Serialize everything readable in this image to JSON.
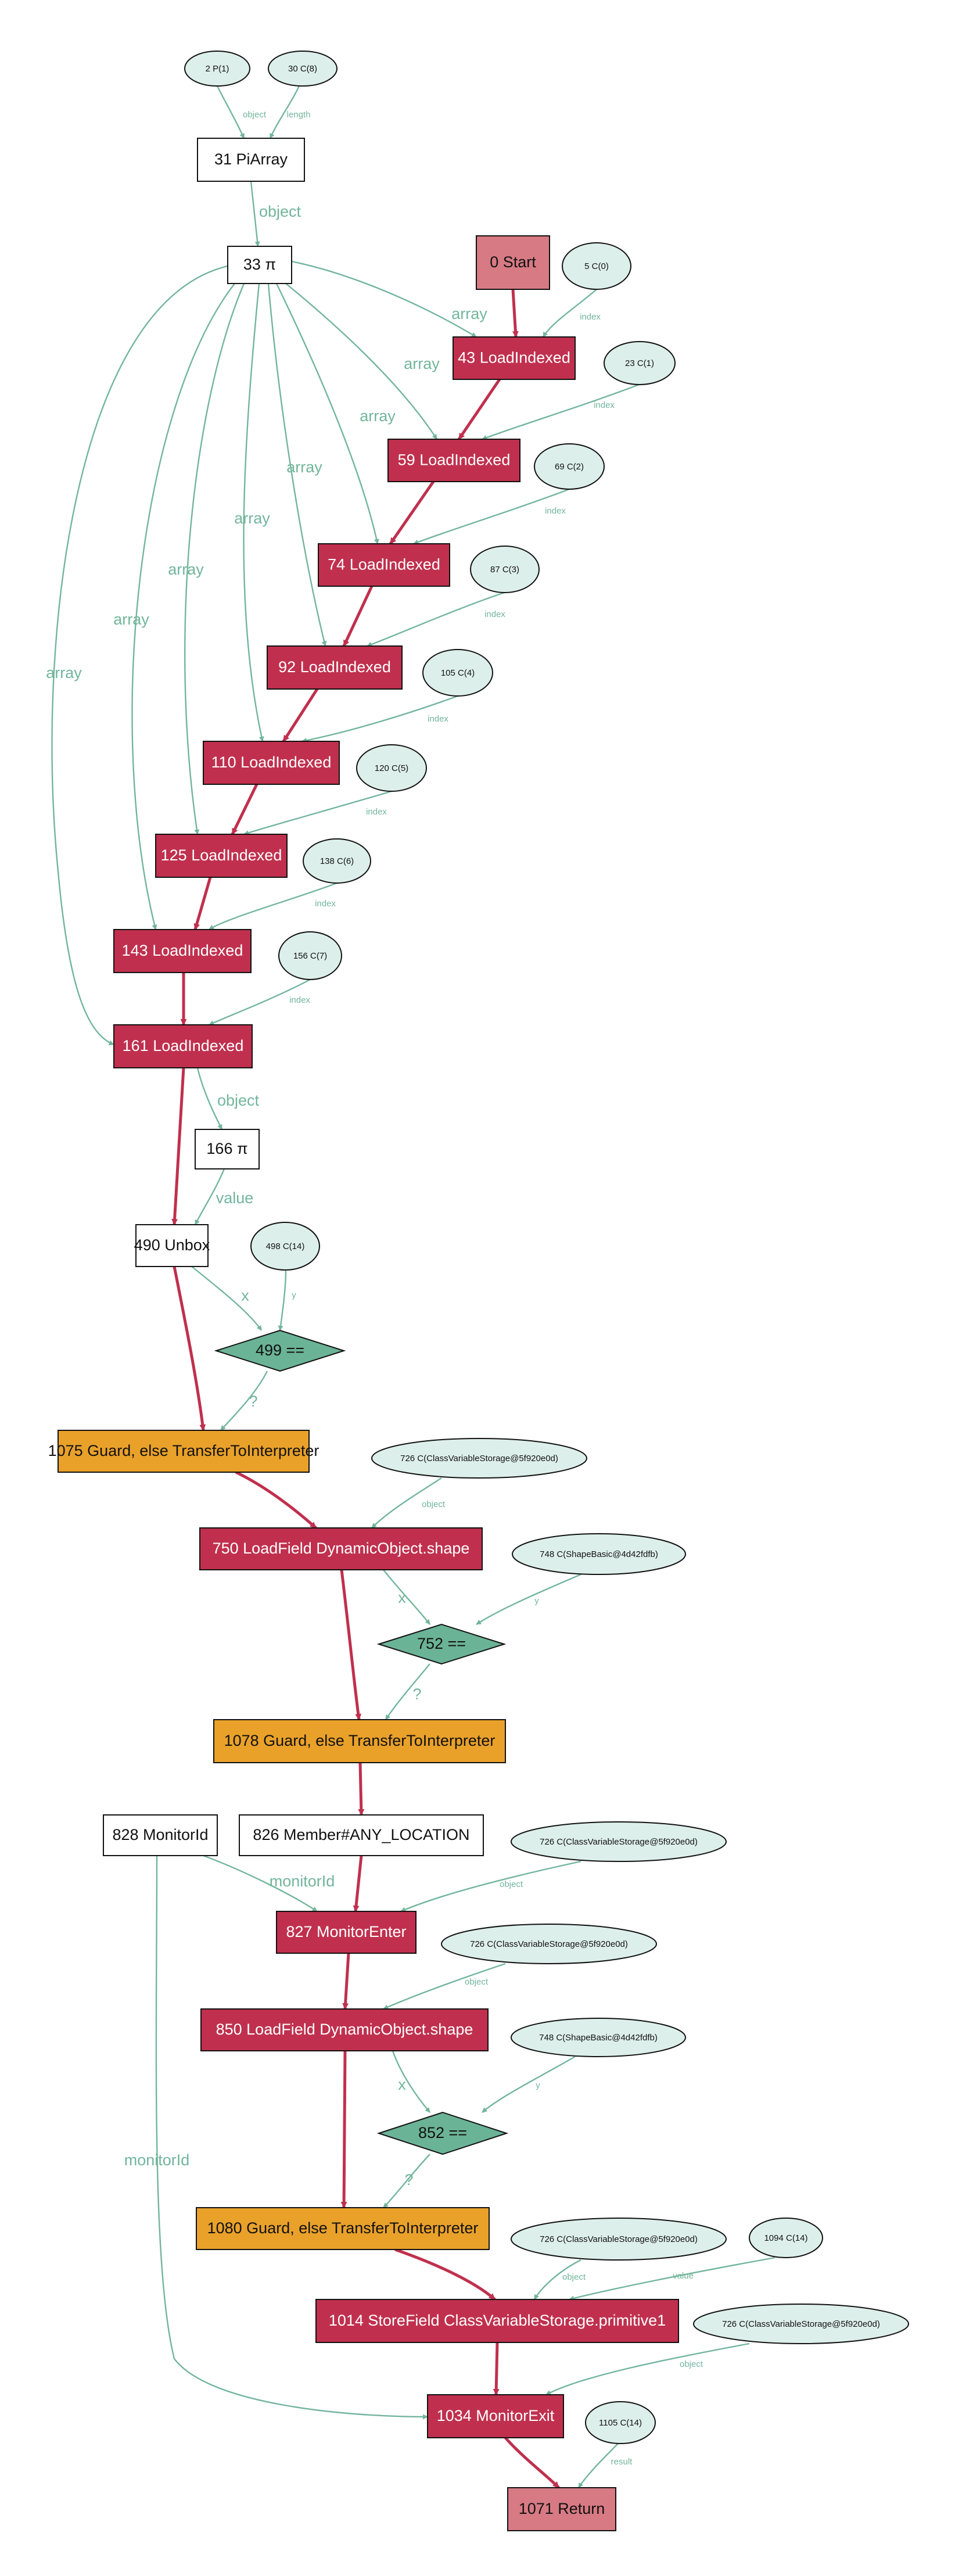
{
  "colors": {
    "control": "#c0304e",
    "control_light": "#d77a84",
    "guard": "#e9a12a",
    "compare": "#6bb396",
    "constant": "#ddefea",
    "data_edge": "#72b59c",
    "control_edge": "#c0304e",
    "plain": "#ffffff",
    "border": "#111111"
  },
  "nodes": {
    "n_p1": "2 P(1)",
    "n_c8": "30 C(8)",
    "n_piarray": "31 PiArray",
    "n_pi33": "33 π",
    "n_start": "0 Start",
    "n_c0": "5 C(0)",
    "n_li43": "43 LoadIndexed",
    "n_c1": "23 C(1)",
    "n_li59": "59 LoadIndexed",
    "n_c2": "69 C(2)",
    "n_li74": "74 LoadIndexed",
    "n_c3": "87 C(3)",
    "n_li92": "92 LoadIndexed",
    "n_c4": "105 C(4)",
    "n_li110": "110 LoadIndexed",
    "n_c5": "120 C(5)",
    "n_li125": "125 LoadIndexed",
    "n_c6": "138 C(6)",
    "n_li143": "143 LoadIndexed",
    "n_c7": "156 C(7)",
    "n_li161": "161 LoadIndexed",
    "n_pi166": "166 π",
    "n_unbox": "490 Unbox",
    "n_c14a": "498 C(14)",
    "n_eq499": "499 ==",
    "n_g1075": "1075 Guard, else TransferToInterpreter",
    "n_cvs1": "726 C(ClassVariableStorage@5f920e0d)",
    "n_lf750": "750 LoadField DynamicObject.shape",
    "n_sb1": "748 C(ShapeBasic@4d42fdfb)",
    "n_eq752": "752 ==",
    "n_g1078": "1078 Guard, else TransferToInterpreter",
    "n_mid828": "828 MonitorId",
    "n_mem826": "826 Member#ANY_LOCATION",
    "n_cvs2": "726 C(ClassVariableStorage@5f920e0d)",
    "n_me827": "827 MonitorEnter",
    "n_cvs3": "726 C(ClassVariableStorage@5f920e0d)",
    "n_lf850": "850 LoadField DynamicObject.shape",
    "n_sb2": "748 C(ShapeBasic@4d42fdfb)",
    "n_eq852": "852 ==",
    "n_g1080": "1080 Guard, else TransferToInterpreter",
    "n_cvs4": "726 C(ClassVariableStorage@5f920e0d)",
    "n_c1094": "1094 C(14)",
    "n_sf1014": "1014 StoreField ClassVariableStorage.primitive1",
    "n_cvs5": "726 C(ClassVariableStorage@5f920e0d)",
    "n_mx1034": "1034 MonitorExit",
    "n_c1105": "1105 C(14)",
    "n_ret1071": "1071 Return"
  },
  "edge_labels": {
    "object": "object",
    "length": "length",
    "array": "array",
    "index": "index",
    "value": "value",
    "x": "x",
    "y": "y",
    "cond": "?",
    "monitorId": "monitorId",
    "result": "result"
  }
}
